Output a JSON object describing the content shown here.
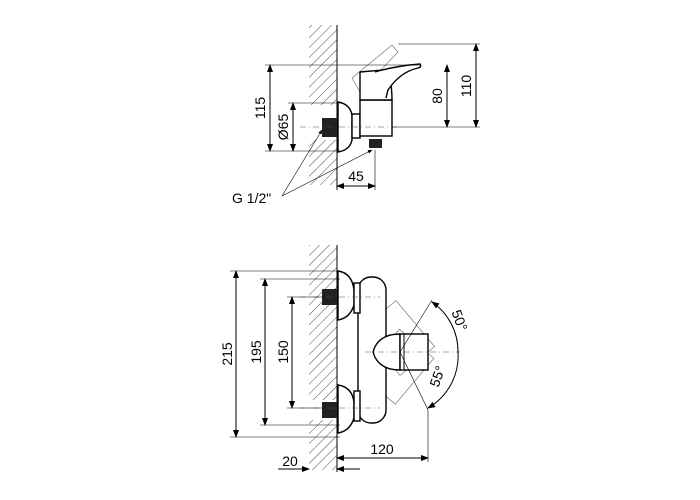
{
  "top_view": {
    "dim_height_total": "115",
    "dim_flange_diameter": "Ø65",
    "dim_lever_height": "80",
    "dim_lever_top": "110",
    "dim_depth": "45",
    "thread_label": "G 1/2\""
  },
  "front_view": {
    "dim_flange_outer": "215",
    "dim_flange_inner": "195",
    "dim_centers": "150",
    "dim_projection": "120",
    "dim_wall_offset": "20",
    "angle_up": "50°",
    "angle_down": "55°"
  }
}
